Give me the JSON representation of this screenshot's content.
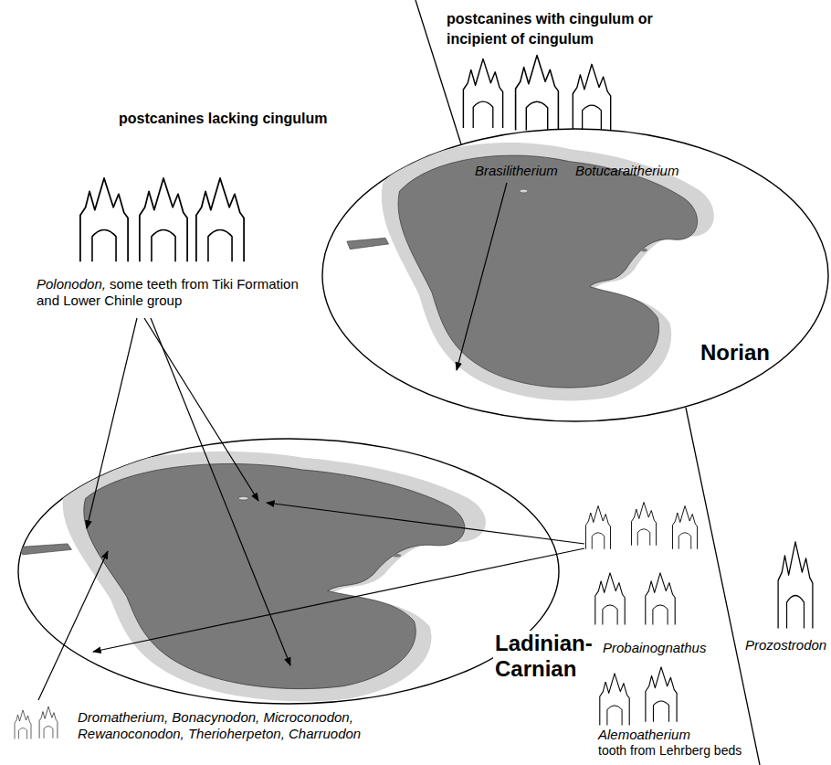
{
  "diagram": {
    "nodes": [
      {
        "text": [
          "Norian"
        ]
      },
      {
        "text": [
          "Ladinian-Carnian"
        ]
      }
    ],
    "labels": [
      "postcanines with cingulum or incipient of cingulum",
      "Brasilitherium",
      "Botucaraitherium",
      "postcanines lacking cingulum",
      "Polonodon,",
      "some teeth from Tiki Formation and Lower Chinle group",
      "Probainognathus",
      "Prozostrodon",
      "Alemoatherium",
      "tooth from Lehrberg beds",
      "Dromatherium, Bonacynodon, Microconodon, Rewanoconodon, Therioherpeton, Charruodon"
    ]
  }
}
